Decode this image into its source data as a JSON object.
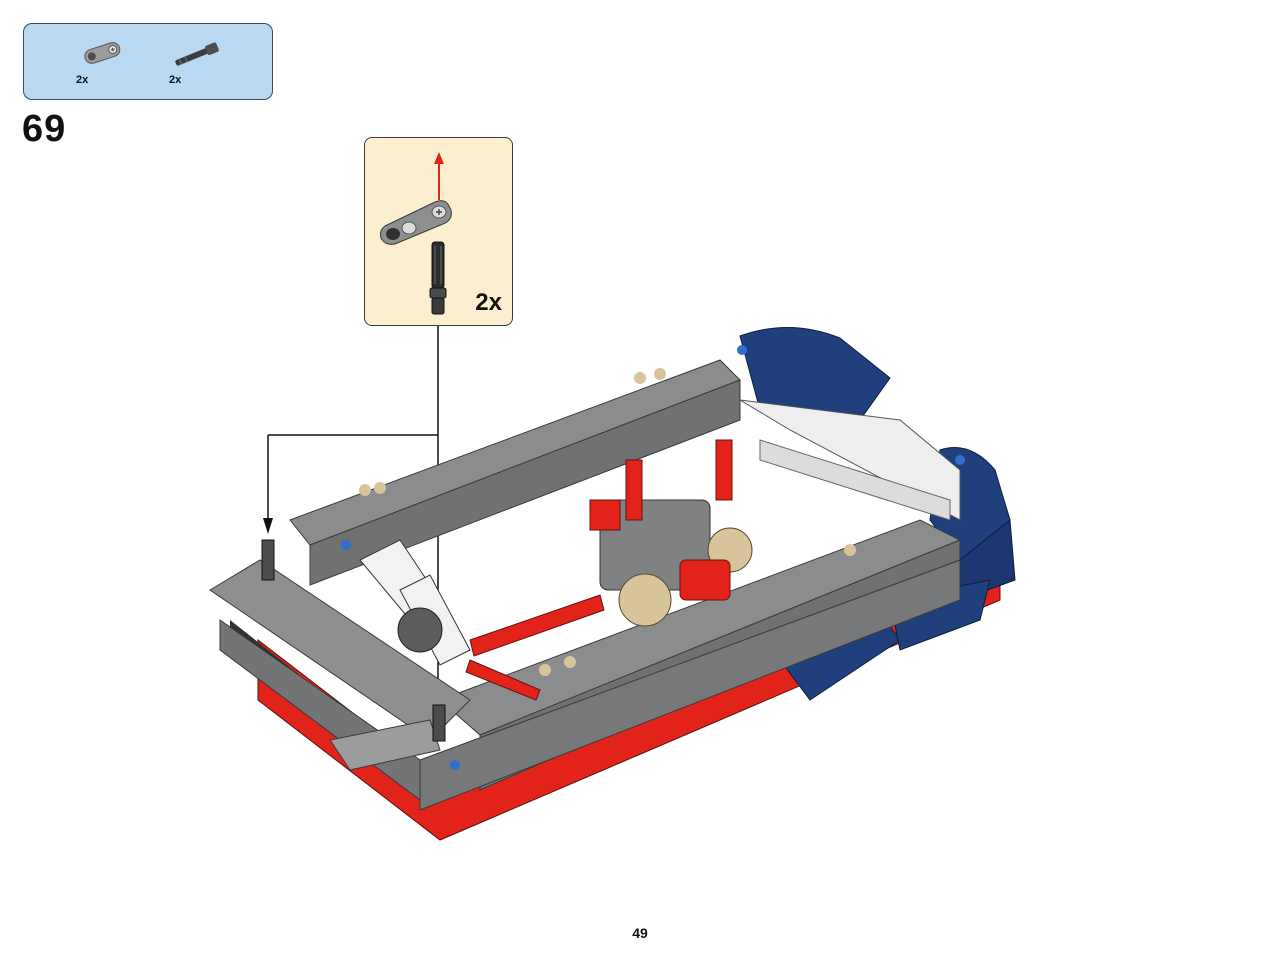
{
  "parts_list": {
    "items": [
      {
        "icon": "connector-beam-icon",
        "qty": "2x"
      },
      {
        "icon": "axle-pin-icon",
        "qty": "2x"
      }
    ]
  },
  "step": {
    "number": "69"
  },
  "callout": {
    "qty": "2x"
  },
  "page": {
    "number": "49"
  },
  "colors": {
    "parts_box_bg": "#b9d8f1",
    "callout_bg": "#fcefcf",
    "beam_gray": "#7d7f80",
    "red": "#e2231a",
    "blue": "#1f3f7d",
    "white": "#f4f4f4"
  }
}
